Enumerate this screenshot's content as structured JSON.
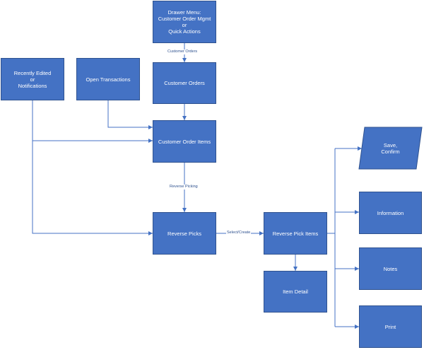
{
  "colors": {
    "box_fill": "#4472c4",
    "box_border": "#2f528f",
    "connector": "#4472c4"
  },
  "nodes": {
    "drawer_menu": "Drawer Menu:\nCustomer Order Mgmt\nor\nQuick Actions",
    "recently_edited": "Recently Edited\nor\nNotifications",
    "open_transactions": "Open Transactions",
    "customer_orders": "Customer Orders",
    "customer_order_items": "Customer Order Items",
    "reverse_picks": "Reverse Picks",
    "reverse_pick_items": "Reverse Pick Items",
    "item_detail": "Item Detail",
    "save_confirm": "Save,\nConfirm",
    "information": "Information",
    "notes": "Notes",
    "print": "Print"
  },
  "edges": {
    "customer_orders": "Customer Orders",
    "reverse_picking": "Reverse Picking",
    "select_create": "Select/Create"
  }
}
